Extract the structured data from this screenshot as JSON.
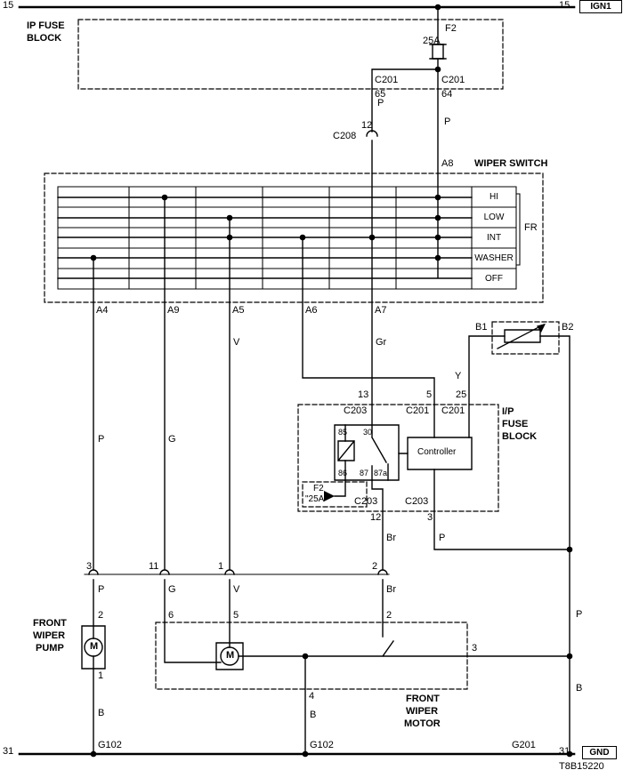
{
  "part_number": "T8B15220",
  "rails": {
    "power_left": "15",
    "power_right": "15",
    "power_source": "IGN1",
    "ground_left": "31",
    "ground_right": "31",
    "ground_label": "GND"
  },
  "ip_fuse_block": {
    "title1": "IP FUSE",
    "title2": "BLOCK",
    "fuse_name": "F2",
    "fuse_rating": "25A",
    "conn_left_name": "C201",
    "conn_left_pin": "65",
    "conn_right_name": "C201",
    "conn_right_pin": "64"
  },
  "feed": {
    "wire_p_left": "P",
    "wire_p_right": "P",
    "c208_name": "C208",
    "c208_pin": "12",
    "a8": "A8"
  },
  "wiper_switch": {
    "title": "WIPER SWITCH",
    "pos_hi": "HI",
    "pos_low": "LOW",
    "pos_int": "INT",
    "pos_washer": "WASHER",
    "pos_off": "OFF",
    "fr": "FR",
    "a4": "A4",
    "a9": "A9",
    "a5": "A5",
    "a6": "A6",
    "a7": "A7"
  },
  "sensor_module": {
    "b1": "B1",
    "b2": "B2"
  },
  "wire_colors": {
    "gr": "Gr",
    "y": "Y",
    "v_upper": "V",
    "p_upper": "P",
    "g_upper": "G",
    "br_upper": "Br",
    "p_ctrl": "P",
    "p_lower": "P",
    "g_lower": "G",
    "v_lower": "V",
    "br_lower": "Br",
    "b_pump": "B",
    "b_motor": "B",
    "p_right": "P",
    "b_right": "B"
  },
  "ip_fuse_block_2": {
    "title1": "I/P",
    "title2": "FUSE",
    "title3": "BLOCK",
    "c203_top_pin": "13",
    "c203_top_name": "C203",
    "c201_mid_pin": "5",
    "c201_mid_name": "C201",
    "c201_right_pin": "25",
    "c201_right_name": "C201",
    "relay_85": "85",
    "relay_30": "30",
    "relay_86": "86",
    "relay_87": "87",
    "relay_87a": "87a",
    "controller": "Controller",
    "fuse_ref_name": "F2",
    "fuse_ref_rating": "\"25A\"",
    "c203_bl_name": "C203",
    "c203_bl_pin": "12",
    "c203_br_name": "C203",
    "c203_br_pin": "3"
  },
  "inline_connector": {
    "pin_a": "3",
    "pin_b": "11",
    "pin_c": "1",
    "pin_d": "2"
  },
  "pump": {
    "label1": "FRONT",
    "label2": "WIPER",
    "label3": "PUMP",
    "motor_letter": "M",
    "pin_top": "2",
    "pin_bottom": "1"
  },
  "motor": {
    "label1": "FRONT",
    "label2": "WIPER",
    "label3": "MOTOR",
    "motor_letter": "M",
    "pin6": "6",
    "pin5": "5",
    "pin2": "2",
    "pin3": "3",
    "pin4": "4"
  },
  "grounds": {
    "g102_left": "G102",
    "g102_mid": "G102",
    "g201": "G201"
  }
}
